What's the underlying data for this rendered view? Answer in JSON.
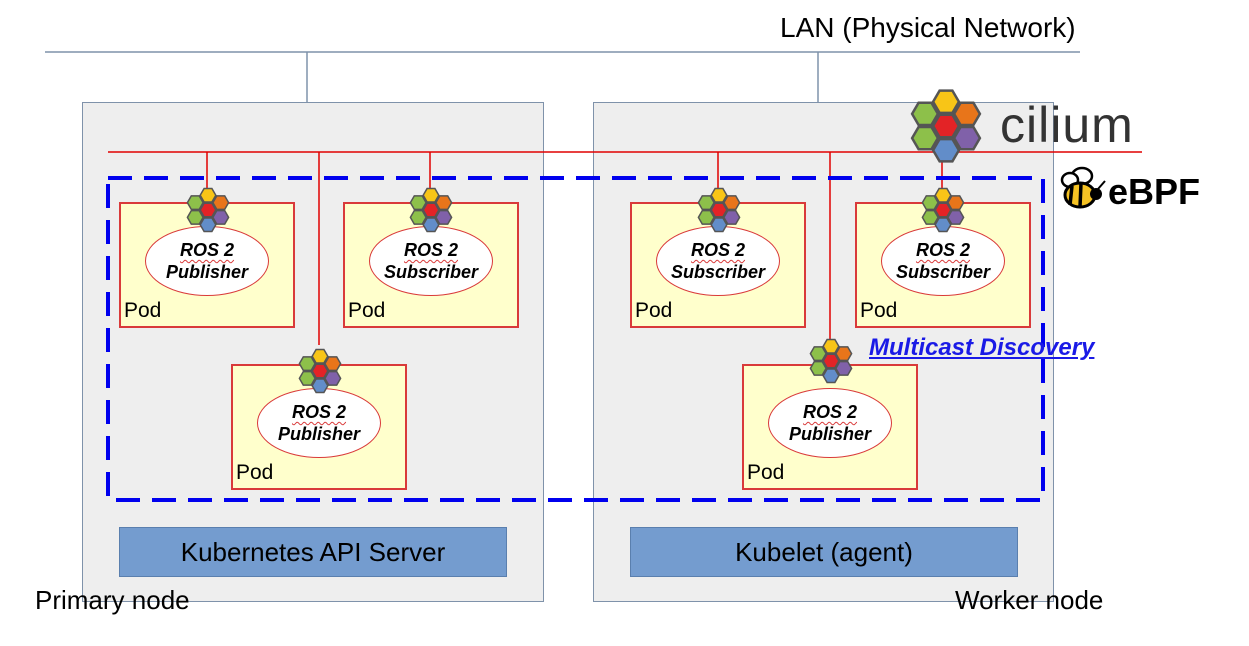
{
  "lan_label": "LAN (Physical Network)",
  "primary_node": {
    "label": "Primary node",
    "service": "Kubernetes API Server",
    "pods": [
      {
        "title": "ROS 2",
        "role": "Publisher",
        "label": "Pod"
      },
      {
        "title": "ROS 2",
        "role": "Subscriber",
        "label": "Pod"
      },
      {
        "title": "ROS 2",
        "role": "Publisher",
        "label": "Pod"
      }
    ]
  },
  "worker_node": {
    "label": "Worker node",
    "service": "Kubelet (agent)",
    "pods": [
      {
        "title": "ROS 2",
        "role": "Subscriber",
        "label": "Pod"
      },
      {
        "title": "ROS 2",
        "role": "Subscriber",
        "label": "Pod"
      },
      {
        "title": "ROS 2",
        "role": "Publisher",
        "label": "Pod"
      }
    ]
  },
  "multicast_label": "Multicast Discovery",
  "cilium_logo_text": "cilium",
  "ebpf_logo_text": "eBPF",
  "colors": {
    "node_fill": "#eeeeee",
    "pod_fill": "#ffffcc",
    "network_line": "#e00000",
    "dashed_border": "#0000ee",
    "service_fill": "#749ccf",
    "hex_colors": [
      "#f8c517",
      "#e8751a",
      "#8dc04a",
      "#e32326",
      "#8061a9",
      "#628dc9"
    ]
  }
}
